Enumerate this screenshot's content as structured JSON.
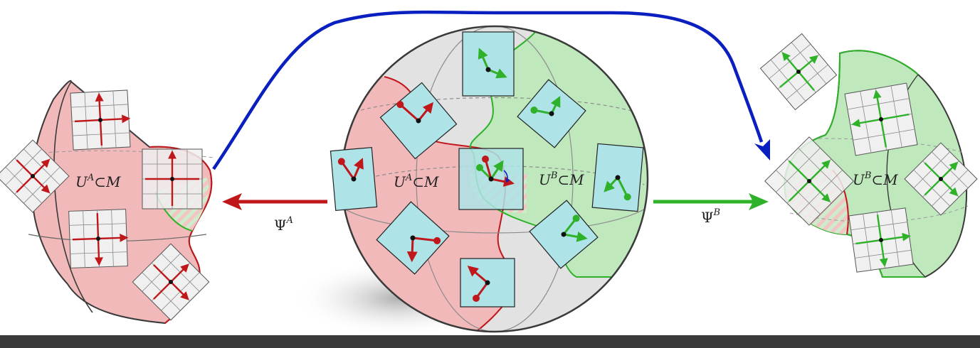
{
  "colors": {
    "red_region": "#f2b9ba",
    "green_region": "#bfe9bd",
    "gray_region": "#e2e2e2",
    "chart_fill": "#aee3e8",
    "red_arrow": "#c0171b",
    "green_arrow": "#2fb12a",
    "blue_arrow": "#0a1fbf",
    "outline": "#3a3a3a"
  },
  "labels": {
    "left_region": {
      "base": "U",
      "sup": "A",
      "rest": "⊂M"
    },
    "center_left_region": {
      "base": "U",
      "sup": "A",
      "rest": "⊂M"
    },
    "center_right_region": {
      "base": "U",
      "sup": "B",
      "rest": "⊂M"
    },
    "right_region": {
      "base": "U",
      "sup": "B",
      "rest": "⊂M"
    },
    "map_a": {
      "base": "Ψ",
      "sup": "A"
    },
    "map_b": {
      "base": "Ψ",
      "sup": "B"
    }
  }
}
